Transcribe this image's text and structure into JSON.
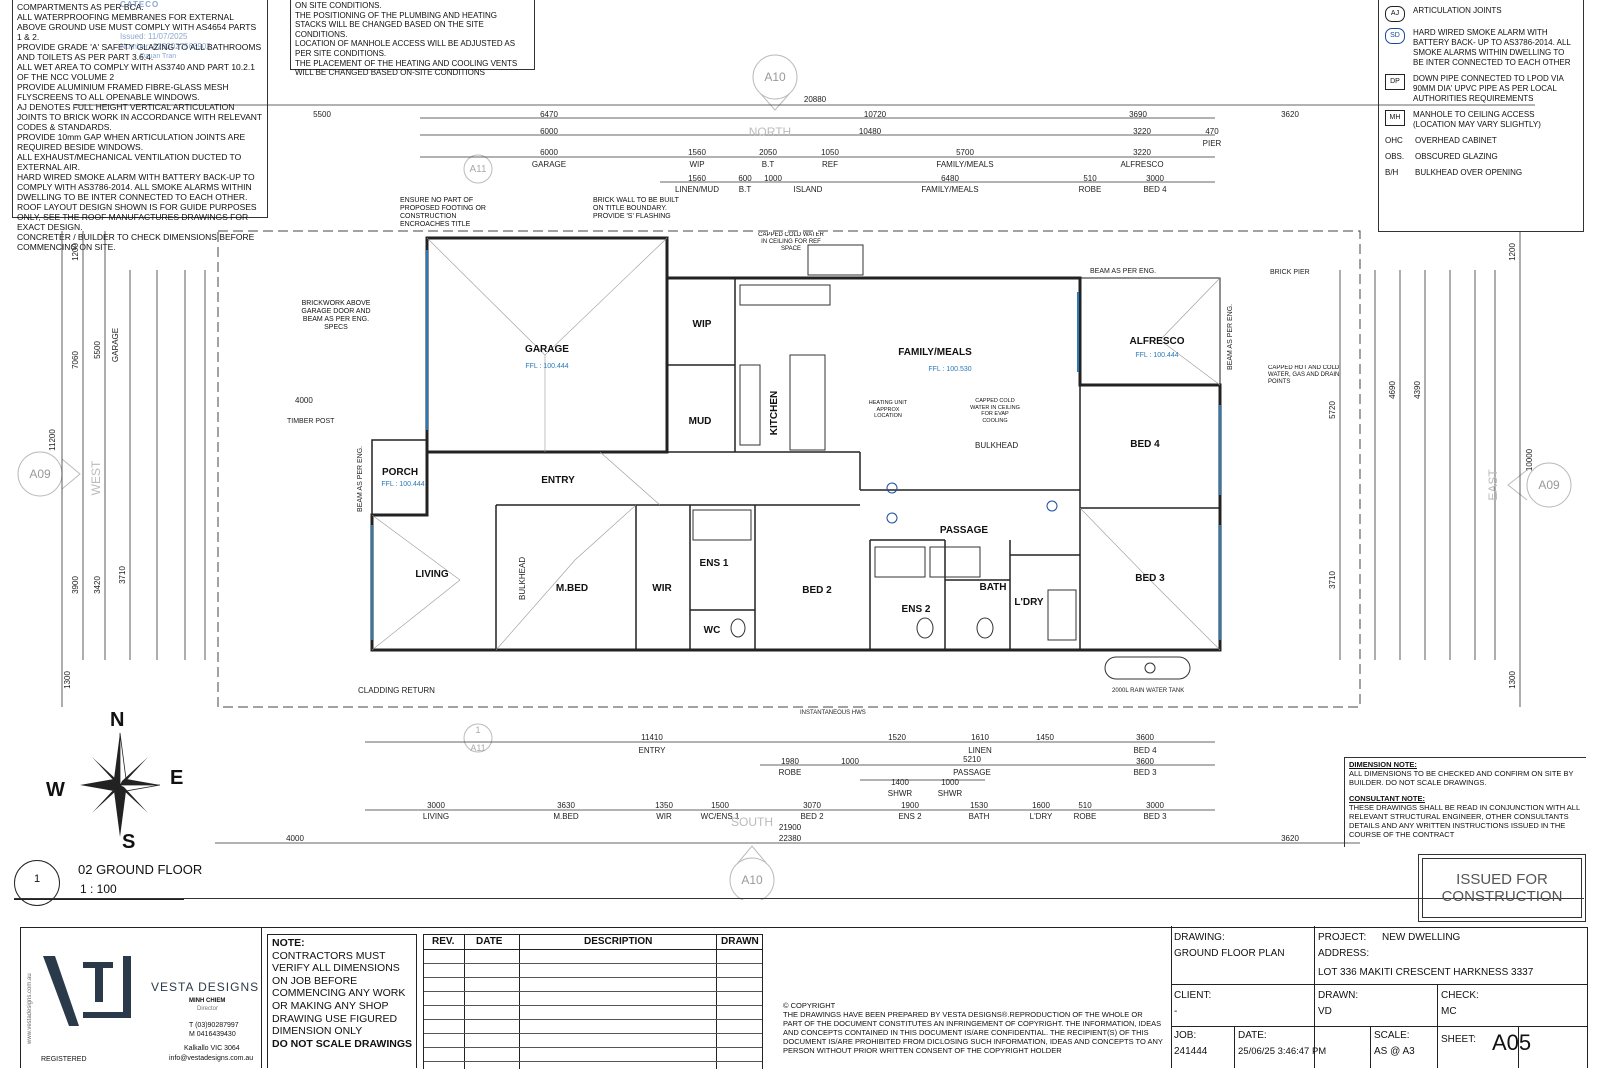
{
  "general_notes": [
    "COMPARTMENTS AS PER BCA.",
    "ALL WATERPROOFING MEMBRANES FOR EXTERNAL ABOVE GROUND USE MUST COMPLY WITH AS4654 PARTS 1 & 2.",
    "PROVIDE GRADE 'A' SAFETY GLAZING TO ALL BATHROOMS AND TOILETS AS PER PART 3.6.4.",
    "ALL WET AREA TO COMPLY WITH AS3740 AND PART 10.2.1 OF THE NCC VOLUME 2",
    "PROVIDE ALUMINIUM FRAMED FIBRE-GLASS MESH FLYSCREENS TO ALL OPENABLE WINDOWS.",
    "AJ DENOTES FULL HEIGHT VERTICAL ARTICULATION JOINTS TO BRICK WORK IN ACCORDANCE WITH RELEVANT CODES & STANDARDS.",
    "PROVIDE 10mm GAP WHEN ARTICULATION JOINTS ARE REQUIRED BESIDE WINDOWS.",
    "ALL EXHAUST/MECHANICAL VENTILATION DUCTED TO EXTERNAL AIR.",
    "HARD WIRED SMOKE ALARM WITH BATTERY BACK-UP TO COMPLY WITH AS3786-2014. ALL SMOKE ALARMS WITHIN DWELLING TO BE INTER CONNECTED TO EACH OTHER.",
    "ROOF LAYOUT DESIGN SHOWN IS FOR GUIDE PURPOSES ONLY, SEE THE ROOF MANUFACTURES DRAWINGS FOR EXACT DESIGN.",
    "CONCRETER / BUILDER TO CHECK DIMENSIONS BEFORE COMMENCING ON SITE."
  ],
  "stamp": {
    "company": "CATECO",
    "issued": "Issued: 11/07/2025",
    "number": "Number: 8283027563902",
    "name": "Dzuan Tran"
  },
  "site_notes": [
    "ON SITE CONDITIONS.",
    "THE POSITIONING OF THE PLUMBING AND HEATING STACKS WILL BE CHANGED BASED ON THE SITE CONDITIONS.",
    "LOCATION OF MANHOLE ACCESS WILL BE ADJUSTED AS PER SITE CONDITIONS.",
    "THE PLACEMENT OF THE HEATING AND COOLING VENTS WILL BE CHANGED BASED ON-SITE CONDITIONS"
  ],
  "legend": [
    {
      "symbol": "AJ",
      "text": "ARTICULATION JOINTS"
    },
    {
      "symbol": "SD",
      "text": "HARD WIRED SMOKE ALARM WITH BATTERY BACK- UP TO AS3786-2014. ALL SMOKE ALARMS WITHIN DWELLING TO BE INTER CONNECTED TO EACH OTHER"
    },
    {
      "symbol": "DP",
      "text": "DOWN PIPE CONNECTED TO LPOD VIA 90MM DIA' UPVC PIPE AS PER LOCAL AUTHORITIES REQUIREMENTS"
    },
    {
      "symbol": "MH",
      "text": "MANHOLE TO CEILING ACCESS (LOCATION MAY VARY SLIGHTLY)"
    },
    {
      "symbol": "OHC",
      "text": "OVERHEAD CABINET"
    },
    {
      "symbol": "OBS.",
      "text": "OBSCURED GLAZING"
    },
    {
      "symbol": "B/H",
      "text": "BULKHEAD OVER OPENING"
    }
  ],
  "orientation": {
    "north": "NORTH",
    "south": "SOUTH",
    "east": "EAST",
    "west": "WEST",
    "compass": {
      "n": "N",
      "s": "S",
      "e": "E",
      "w": "W"
    }
  },
  "sections": {
    "top": "A10",
    "bottom": "A10",
    "left": "A09",
    "right": "A09",
    "top_small": "A11",
    "bottom_small": "A11",
    "bottom_small_num": "1"
  },
  "rooms": {
    "garage": "GARAGE",
    "garage_ffl": "FFL : 100.444",
    "wip": "WIP",
    "mud": "MUD",
    "kitchen": "KITCHEN",
    "family": "FAMILY/MEALS",
    "family_ffl": "FFL : 100.530",
    "alfresco": "ALFRESCO",
    "alfresco_ffl": "FFL : 100.444",
    "porch": "PORCH",
    "porch_ffl": "FFL : 100.444",
    "entry": "ENTRY",
    "bed4": "BED 4",
    "passage": "PASSAGE",
    "living": "LIVING",
    "mbed": "M.BED",
    "wir": "WIR",
    "ens1": "ENS 1",
    "wc": "WC",
    "bed2": "BED 2",
    "ens2": "ENS 2",
    "bath": "BATH",
    "ldry": "L'DRY",
    "bed3": "BED 3"
  },
  "annotations": {
    "ensure": "ENSURE NO PART OF PROPOSED FOOTING OR CONSTRUCTION ENCROACHES TITLE BOUNDARY",
    "brick_wall": "BRICK WALL TO BE BUILT ON TITLE BOUNDARY. PROVIDE 'S' FLASHING",
    "brickwork_above": "BRICKWORK ABOVE GARAGE DOOR AND BEAM AS PER ENG. SPECS",
    "timber_post": "TIMBER POST",
    "beam_porch": "BEAM AS PER ENG.",
    "beam_alfresco_top": "BEAM AS PER ENG.",
    "beam_alfresco_side": "BEAM AS PER ENG.",
    "brick_pier": "BRICK PIER",
    "capped_cold": "CAPPED COLD WATER IN CEILING FOR REF SPACE",
    "capped_hot": "CAPPED HOT AND COLD WATER, GAS AND DRAIN POINTS",
    "bulkhead": "BULKHEAD",
    "bulkhead_mbed": "BULKHEAD",
    "cladding": "CLADDING RETURN",
    "instant": "INSTANTANEOUS HWS",
    "rain_tank": "2000L RAIN WATER TANK",
    "heating": "HEATING UNIT APPROX LOCATION",
    "capped_evap": "CAPPED COLD WATER IN CEILING FOR EVAP COOLING"
  },
  "dims_top": {
    "overall": "20880",
    "left_setback": "5500",
    "right_setback": "3620",
    "row1": [
      "6470",
      "10720",
      "3690"
    ],
    "row2": [
      "6000",
      "10480",
      "3220"
    ],
    "row3": [
      {
        "v": "6000",
        "l": "GARAGE"
      },
      {
        "v": "1560",
        "l": "WIP"
      },
      {
        "v": "2050",
        "l": "B.T"
      },
      {
        "v": "1050",
        "l": "REF"
      },
      {
        "v": "5700",
        "l": "FAMILY/MEALS"
      },
      {
        "v": "3220",
        "l": "ALFRESCO"
      },
      {
        "v": "470",
        "l": "PIER"
      }
    ],
    "row4": [
      {
        "v": "1560",
        "l": "LINEN/MUD"
      },
      {
        "v": "600",
        "l": "B.T"
      },
      {
        "v": "1000",
        "l": "ISLAND"
      },
      {
        "v": "6480",
        "l": "FAMILY/MEALS"
      },
      {
        "v": "510",
        "l": "ROBE"
      },
      {
        "v": "3000",
        "l": "BED 4"
      }
    ]
  },
  "dims_bottom": {
    "row1": [
      {
        "v": "11410",
        "l": "ENTRY"
      },
      {
        "v": "1520",
        "l": ""
      },
      {
        "v": "1610",
        "l": "LINEN"
      },
      {
        "v": "1450",
        "l": ""
      },
      {
        "v": "3600",
        "l": "BED 4"
      }
    ],
    "row2": [
      {
        "v": "1980",
        "l": "ROBE"
      },
      {
        "v": "1000",
        "l": ""
      },
      {
        "v": "5210",
        "l": "PASSAGE"
      },
      {
        "v": "3600",
        "l": "BED 3"
      }
    ],
    "row3": [
      {
        "v": "1400",
        "l": "SHWR"
      },
      {
        "v": "1000",
        "l": "SHWR"
      }
    ],
    "row4": [
      {
        "v": "3000",
        "l": "LIVING"
      },
      {
        "v": "3630",
        "l": "M.BED"
      },
      {
        "v": "1350",
        "l": "WIR"
      },
      {
        "v": "1500",
        "l": "WC/ENS 1"
      },
      {
        "v": "3070",
        "l": "BED 2"
      },
      {
        "v": "1900",
        "l": "ENS 2"
      },
      {
        "v": "1530",
        "l": "BATH"
      },
      {
        "v": "1600",
        "l": "L'DRY"
      },
      {
        "v": "510",
        "l": "ROBE"
      },
      {
        "v": "3000",
        "l": "BED 3"
      }
    ],
    "overall": "21900",
    "overall_site": "22380",
    "left_setback": "4000",
    "right_setback": "3620"
  },
  "dims_left": {
    "overall": "11200",
    "a": "7060",
    "b": "5500",
    "c": "GARAGE",
    "d": "3900",
    "e": "3420",
    "f": "3710",
    "setback_top": "1200",
    "setback_bottom": "1300",
    "porch_left": "4000"
  },
  "dims_right": {
    "overall": "10000",
    "a": "5720",
    "b": "4690",
    "c": "4390",
    "d": "3710",
    "setback_top": "1200",
    "setback_bottom": "1300"
  },
  "view": {
    "number": "1",
    "title": "02 GROUND FLOOR",
    "scale": "1 : 100"
  },
  "issued_box": "ISSUED FOR CONSTRUCTION",
  "dimension_note": {
    "title": "DIMENSION NOTE:",
    "body": "ALL DIMENSIONS TO BE CHECKED AND CONFIRM ON SITE BY BUILDER. DO NOT SCALE DRAWINGS.",
    "consultant_title": "CONSULTANT NOTE:",
    "consultant_body": "THESE DRAWINGS SHALL BE READ IN CONJUNCTION WITH ALL RELEVANT STRUCTURAL ENGINEER, OTHER CONSULTANTS DETAILS AND ANY WRITTEN INSTRUCTIONS ISSUED IN THE COURSE OF THE CONTRACT"
  },
  "title_block": {
    "firm": "VESTA DESIGNS",
    "person": "MINH CHIEM",
    "role": "Director",
    "phone": "T (03)90287997",
    "mobile": "M 0416439430",
    "suburb": "Kalkallo VIC 3064",
    "email": "info@vestadesigns.com.au",
    "website": "www.vestadesigns.com.au",
    "registered": "REGISTERED",
    "note_title": "NOTE:",
    "note_body": "CONTRACTORS MUST VERIFY ALL DIMENSIONS ON JOB BEFORE COMMENCING ANY WORK OR MAKING ANY SHOP DRAWING USE FIGURED DIMENSION ONLY",
    "note_bold": "DO NOT SCALE DRAWINGS",
    "rev_headers": [
      "REV.",
      "DATE",
      "DESCRIPTION",
      "DRAWN"
    ],
    "copyright_title": "© COPYRIGHT",
    "copyright_body": "THE DRAWINGS HAVE BEEN PREPARED BY VESTA DESIGNS®.REPRODUCTION OF THE WHOLE OR PART OF THE DOCUMENT CONSTITUTES AN INFRINGEMENT OF COPYRIGHT. THE INFORMATION, IDEAS AND CONCEPTS CONTAINED IN THIS DOCUMENT IS/ARE CONFIDENTIAL. THE RECIPIENT(S) OF THIS DOCUMENT IS/ARE PROHIBITED FROM DICLOSING SUCH INFORMATION, IDEAS AND CONCEPTS TO ANY PERSON WITHOUT PRIOR WRITTEN CONSENT OF THE COPYRIGHT HOLDER",
    "drawing_label": "DRAWING:",
    "drawing": "GROUND FLOOR PLAN",
    "project_label": "PROJECT:",
    "project": "NEW DWELLING",
    "address_label": "ADDRESS:",
    "address": "LOT 336 MAKITI CRESCENT HARKNESS 3337",
    "client_label": "CLIENT:",
    "client": "-",
    "drawn_label": "DRAWN:",
    "drawn": "VD",
    "check_label": "CHECK:",
    "check": "MC",
    "job_label": "JOB:",
    "job": "241444",
    "date_label": "DATE:",
    "date": "25/06/25 3:46:47 PM",
    "scale_label": "SCALE:",
    "scale": "AS @ A3",
    "sheet_label": "SHEET:",
    "sheet": "A05"
  }
}
